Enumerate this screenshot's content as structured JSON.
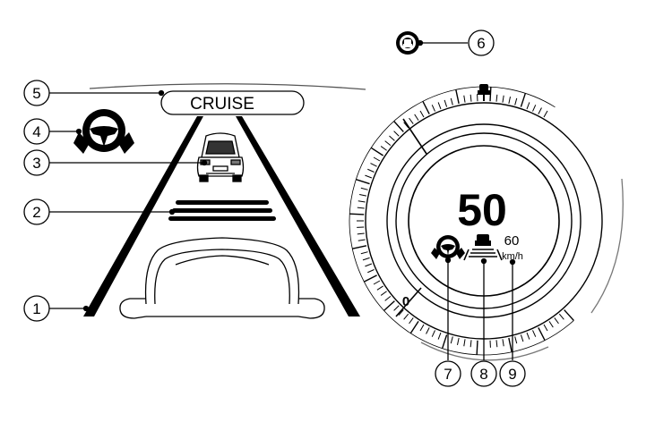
{
  "display": {
    "cruise_label": "CRUISE",
    "current_speed": "50",
    "set_speed": "60",
    "speed_unit": "km/h",
    "scale_zero": "0"
  },
  "callouts": [
    "1",
    "2",
    "3",
    "4",
    "5",
    "6",
    "7",
    "8",
    "9"
  ],
  "icons": {
    "steering_assist": "steering-wheel-hands-icon",
    "lead_vehicle": "lead-vehicle-icon",
    "distance_bars": "following-distance-bars-icon",
    "own_vehicle": "own-vehicle-hood-icon",
    "lane_lines": "lane-lines-icon",
    "traffic_sign_sensor": "vehicle-ahead-sensor-icon",
    "lane_keep": "lane-keep-vehicle-icon"
  }
}
